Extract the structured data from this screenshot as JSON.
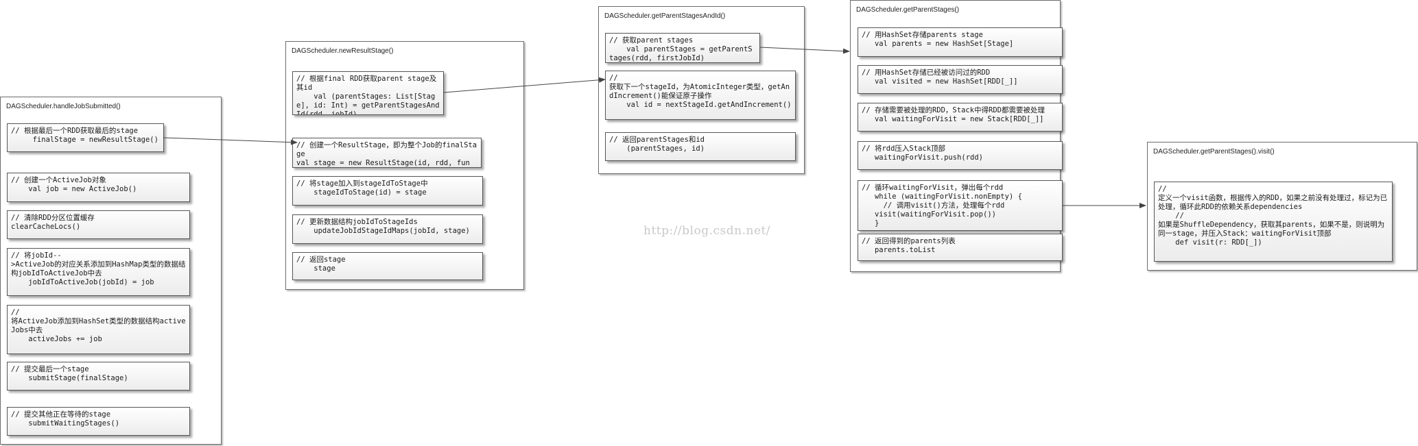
{
  "watermark": "http://blog.csdn.net/",
  "panels": {
    "handle_job_submitted": {
      "title": "DAGScheduler.handleJobSubmitted()",
      "boxes": [
        "// 根据最后一个RDD获取最后的stage\n     finalStage = newResultStage()",
        "// 创建一个ActiveJob对象\n    val job = new ActiveJob()",
        "// 清除RDD分区位置缓存\nclearCacheLocs()",
        "// 将jobId--\n>ActiveJob的对应关系添加到HashMap类型的数据结构jobIdToActiveJob中去\n    jobIdToActiveJob(jobId) = job",
        "//\n将ActiveJob添加到HashSet类型的数据结构activeJobs中去\n    activeJobs += job",
        "// 提交最后一个stage\n    submitStage(finalStage)",
        "// 提交其他正在等待的stage\n    submitWaitingStages()"
      ]
    },
    "new_result_stage": {
      "title": "DAGScheduler.newResultStage()",
      "boxes": [
        "// 根据final RDD获取parent stage及其id\n    val (parentStages: List[Stage], id: Int) = getParentStagesAndId(rdd, jobId)",
        "// 创建一个ResultStage，即为整个Job的finalStage\nval stage = new ResultStage(id, rdd, func, partitions, parentStages, jobId, callSite)",
        "// 将stage加入到stageIdToStage中\n    stageIdToStage(id) = stage",
        "// 更新数据结构jobIdToStageIds\n    updateJobIdStageIdMaps(jobId, stage)",
        "// 返回stage\n    stage"
      ]
    },
    "get_parent_stages_and_id": {
      "title": "DAGScheduler.getParentStagesAndId()",
      "boxes": [
        "// 获取parent stages\n    val parentStages = getParentStages(rdd, firstJobId)",
        "//\n获取下一个stageId，为AtomicInteger类型，getAndIncrement()能保证原子操作\n    val id = nextStageId.getAndIncrement()",
        "// 返回parentStages和id\n    (parentStages, id)"
      ]
    },
    "get_parent_stages": {
      "title": "DAGScheduler.getParentStages()",
      "boxes": [
        "// 用HashSet存储parents stage\n   val parents = new HashSet[Stage]",
        "// 用HashSet存储已经被访问过的RDD\n   val visited = new HashSet[RDD[_]]",
        "// 存储需要被处理的RDD，Stack中得RDD都需要被处理\n   val waitingForVisit = new Stack[RDD[_]]",
        "// 将rdd压入Stack顶部\n   waitingForVisit.push(rdd)",
        "// 循环waitingForVisit，弹出每个rdd\n   while (waitingForVisit.nonEmpty) {\n     // 调用visit()方法，处理每个rdd\n   visit(waitingForVisit.pop())\n   }",
        "// 返回得到的parents列表\n   parents.toList"
      ]
    },
    "visit": {
      "title": "DAGScheduler.getParentStages().visit()",
      "boxes": [
        "//\n定义一个visit函数，根据传入的RDD，如果之前没有处理过，标记为已处理，循环此RDD的依赖关系dependencies\n    //\n如果是ShuffleDependency，获取其parents，如果不是，则说明为同一stage，并压入Stack：waitingForVisit顶部\n    def visit(r: RDD[_])"
      ]
    }
  }
}
